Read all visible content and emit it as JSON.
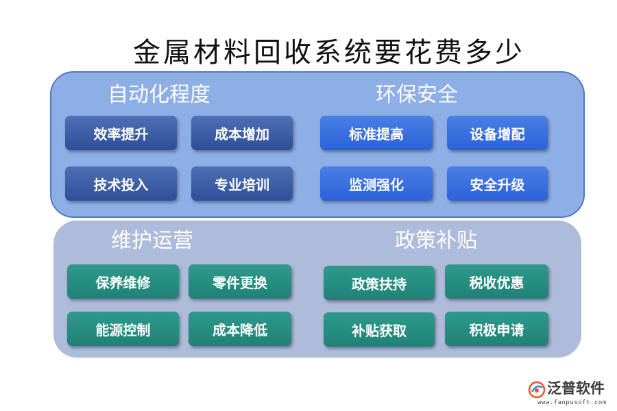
{
  "title": "金属材料回收系统要花费多少",
  "groups": [
    {
      "title": "自动化程度",
      "items": [
        "效率提升",
        "成本增加",
        "技术投入",
        "专业培训"
      ]
    },
    {
      "title": "环保安全",
      "items": [
        "标准提高",
        "设备增配",
        "监测强化",
        "安全升级"
      ]
    },
    {
      "title": "维护运营",
      "items": [
        "保养维修",
        "零件更换",
        "能源控制",
        "成本降低"
      ]
    },
    {
      "title": "政策补贴",
      "items": [
        "政策扶持",
        "税收优惠",
        "补贴获取",
        "积极申请"
      ]
    }
  ],
  "logo": {
    "name": "泛普软件",
    "url": "www.fanpusoft.com"
  },
  "colors": {
    "top_panel": "#8eaee6",
    "bottom_panel": "#aebbdb",
    "dark_blue_button": "#3a5ba6",
    "bright_blue_button": "#3270de",
    "teal_button": "#238d80"
  }
}
